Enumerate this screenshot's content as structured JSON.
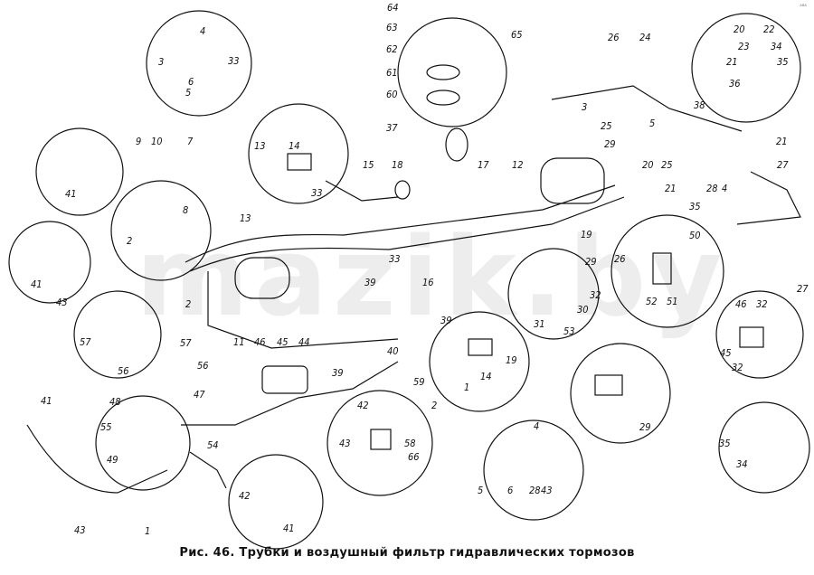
{
  "caption": "Рис. 46. Трубки и воздушный фильтр гидравлических тормозов",
  "watermark": "mazik.by",
  "corner_mark": "ᴬᴮᴬ",
  "colors": {
    "ink": "#111111",
    "paper": "#ffffff"
  },
  "labels": [
    "64",
    "63",
    "62",
    "61",
    "60",
    "65",
    "4",
    "3",
    "33",
    "6",
    "5",
    "37",
    "17",
    "18",
    "15",
    "14",
    "13",
    "33",
    "9",
    "10",
    "7",
    "8",
    "2",
    "41",
    "13",
    "26",
    "24",
    "3",
    "25",
    "38",
    "20",
    "23",
    "22",
    "21",
    "34",
    "35",
    "36",
    "5",
    "25",
    "21",
    "27",
    "12",
    "29",
    "20",
    "21",
    "28",
    "4",
    "19",
    "35",
    "50",
    "33",
    "16",
    "39",
    "2",
    "41",
    "43",
    "52",
    "51",
    "26",
    "29",
    "32",
    "30",
    "31",
    "53",
    "46",
    "32",
    "27",
    "45",
    "32",
    "57",
    "56",
    "11",
    "39",
    "40",
    "39",
    "14",
    "19",
    "1",
    "57",
    "46",
    "45",
    "44",
    "56",
    "47",
    "41",
    "48",
    "55",
    "49",
    "54",
    "42",
    "59",
    "2",
    "43",
    "58",
    "66",
    "4",
    "5",
    "6",
    "28",
    "43",
    "35",
    "34",
    "29",
    "42",
    "41",
    "43",
    "1"
  ]
}
